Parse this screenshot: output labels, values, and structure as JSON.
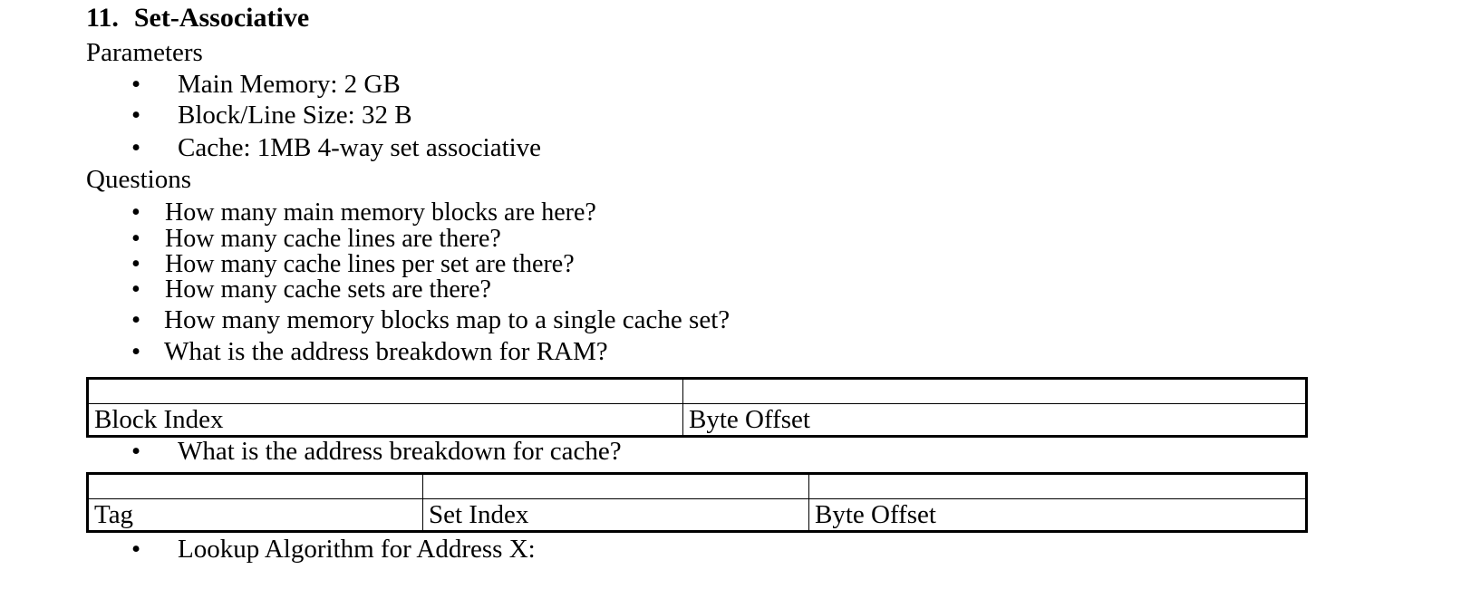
{
  "document": {
    "clipped_top_line": "",
    "heading": {
      "number": "11.",
      "title": "Set-Associative"
    },
    "parameters_label": "Parameters",
    "parameters": [
      {
        "bullet": "•",
        "text": "Main Memory: 2 GB"
      },
      {
        "bullet": "•",
        "text": "Block/Line Size: 32 B"
      },
      {
        "bullet": "•",
        "text": "Cache: 1MB 4-way set associative"
      }
    ],
    "questions_label": "Questions",
    "questions": [
      {
        "bullet": "•",
        "text": "How many main memory blocks are here?"
      },
      {
        "bullet": "•",
        "text": "How many cache lines are there?"
      },
      {
        "bullet": "•",
        "text": "How many cache lines per set are there?"
      },
      {
        "bullet": "•",
        "text": "How many cache sets are there?"
      },
      {
        "bullet": "•",
        "text": "How many memory blocks map to a single cache set?"
      },
      {
        "bullet": "•",
        "text": "What is the address breakdown for RAM?"
      }
    ],
    "ram_table": {
      "caption_ref": "What is the address breakdown for RAM?",
      "blank_row": [
        "",
        ""
      ],
      "label_row": [
        "Block Index",
        "Byte Offset"
      ]
    },
    "cache_question": {
      "bullet": "•",
      "text": "What is the address breakdown for cache?"
    },
    "cache_table": {
      "caption_ref": "What is the address breakdown for cache?",
      "blank_row": [
        "",
        "",
        ""
      ],
      "label_row": [
        "Tag",
        "Set Index",
        "Byte Offset"
      ]
    },
    "lookup_item": {
      "bullet": "•",
      "text": "Lookup Algorithm for Address X:"
    }
  },
  "colors": {
    "page_background": "#ffffff",
    "text": "#000000",
    "table_border": "#000000"
  }
}
